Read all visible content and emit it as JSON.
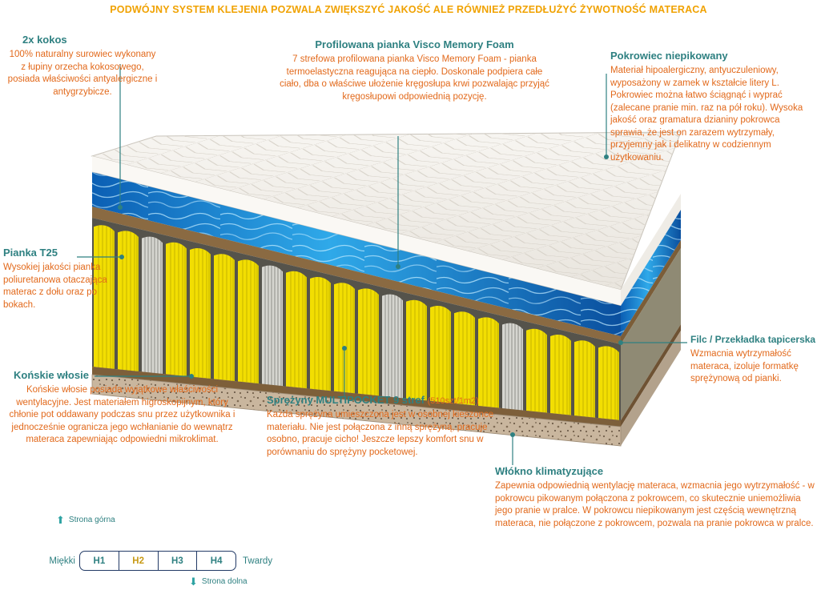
{
  "header": {
    "text": "PODWÓJNY SYSTEM KLEJENIA POZWALA ZWIĘKSZYĆ JAKOŚĆ ALE RÓWNIEŻ PRZEDŁUŻYĆ ŻYWOTNOŚĆ MATERACA"
  },
  "callouts": {
    "kokos": {
      "title": "2x kokos",
      "body": "100% naturalny surowiec wykonany z łupiny orzecha kokosowego, posiada właściwości antyalergiczne i antygrzybicze."
    },
    "visco": {
      "title": "Profilowana pianka Visco Memory Foam",
      "body": "7 strefowa profilowana pianka Visco Memory Foam - pianka termoelastyczna reagująca na ciepło. Doskonale podpiera całe ciało, dba o właściwe ułożenie kręgosłupa krwi pozwalając przyjąć kręgosłupowi odpowiednią pozycję."
    },
    "pokrowiec": {
      "title": "Pokrowiec niepikowany",
      "body": "Materiał hipoalergiczny, antyuczuleniowy, wyposażony w zamek w kształcie litery L. Pokrowiec można łatwo ściągnąć i wyprać (zalecane pranie min. raz na pół roku). Wysoka jakość oraz gramatura dzianiny pokrowca sprawia, że jest on zarazem wytrzymały, przyjemny jak i delikatny w codziennym użytkowaniu."
    },
    "pianka_t25": {
      "title": "Pianka T25",
      "body": "Wysokiej jakości pianka poliuretanowa otaczająca materac z dołu oraz po bokach."
    },
    "konskie_wlosie": {
      "title": "Końskie włosie",
      "body": "Końskie włosie posiada wyjątkowe właściwości wentylacyjne. Jest materiałem higroskopijnym, który chłonie pot oddawany podczas snu przez użytkownika i jednocześnie ogranicza jego wchłanianie do wewnątrz materaca zapewniając odpowiedni mikroklimat."
    },
    "sprezyny": {
      "title": "Sprężyny MULTIPOCKET 9 stref",
      "subtitle": "(510szt/1m2)",
      "body": "Każda sprężyna umieszczona jest w osobnej kieszonce materiału. Nie jest połączona z inną sprężyną, pracuje osobno, pracuje cicho! Jeszcze lepszy komfort snu w porównaniu do sprężyny pocketowej."
    },
    "filc": {
      "title": "Filc / Przekładka tapicerska",
      "body": "Wzmacnia wytrzymałość materaca, izoluje formatkę sprężynową od pianki."
    },
    "wlokno": {
      "title": "Włókno klimatyzujące",
      "body": "Zapewnia odpowiednią wentylację materaca, wzmacnia jego wytrzymałość - w pokrowcu pikowanym połączona z pokrowcem, co skutecznie uniemożliwia jego pranie w pralce. W pokrowcu niepikowanym jest częścią wewnętrzną materaca, nie połączone z pokrowcem, pozwala na pranie pokrowca w pralce."
    }
  },
  "scale": {
    "top_label": "Strona górna",
    "bottom_label": "Strona dolna",
    "soft_label": "Miękki",
    "hard_label": "Twardy",
    "levels": [
      "H1",
      "H2",
      "H3",
      "H4"
    ],
    "selected_level": "H2"
  },
  "icons": {
    "arrow_up": "⬆",
    "arrow_down": "⬇"
  },
  "diagram": {
    "layers": [
      "pokrowiec (pikowana góra)",
      "pianka visco (niebieska)",
      "kokos (cienka warstwa)",
      "sprężyny kieszeniowe multipocket",
      "kokos / filc",
      "podstawa tapicerska"
    ]
  },
  "colors": {
    "heading_teal": "#2e8081",
    "body_orange": "#e2691b",
    "header_gold": "#f0a202",
    "selected_hardness_gold": "#c89a16",
    "scale_border_navy": "#223a66",
    "visco_blue": "#2fa9e9",
    "spring_yellow": "#f2de02"
  }
}
